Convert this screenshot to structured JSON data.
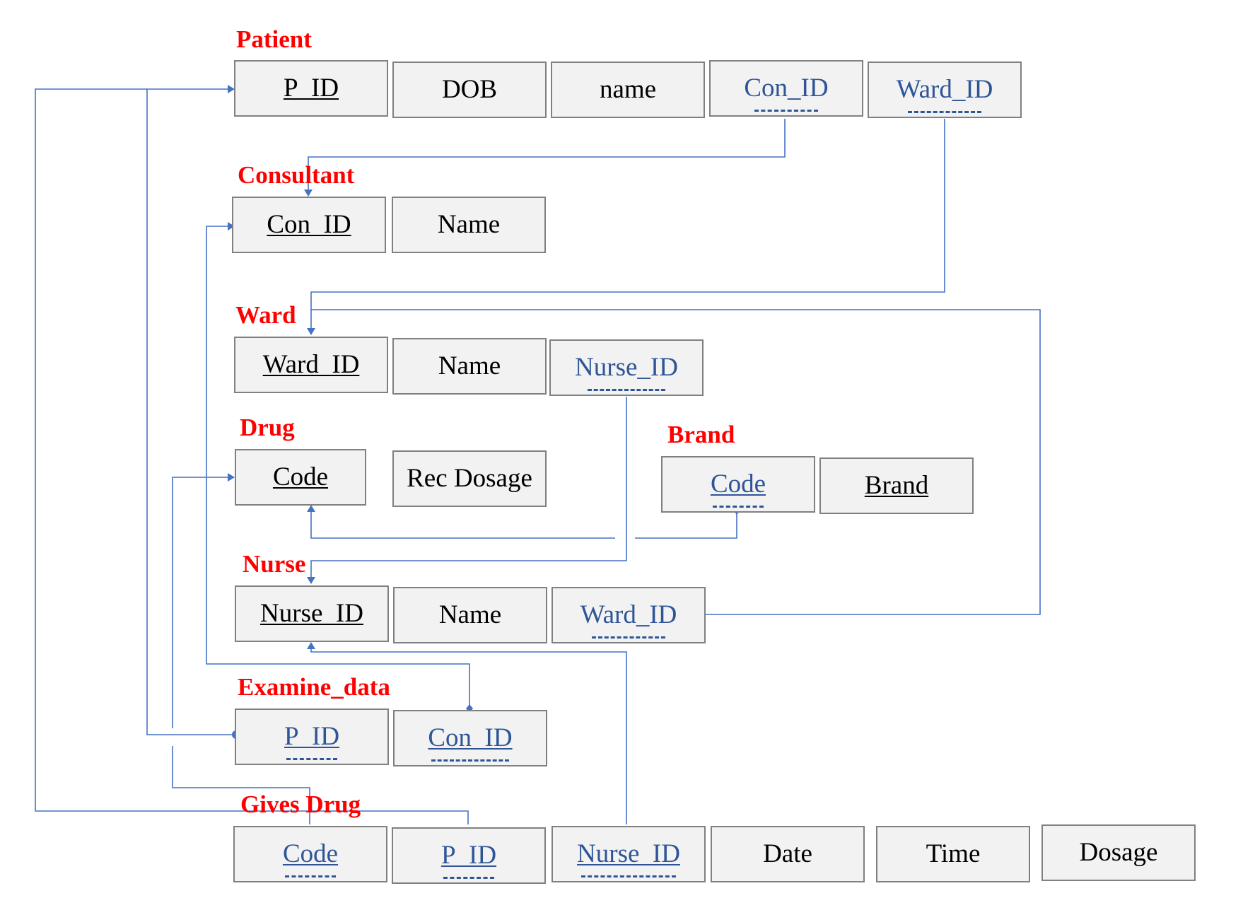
{
  "tables": {
    "patient": {
      "title": "Patient",
      "fields": [
        {
          "label": "P_ID",
          "pk": true,
          "fk": false
        },
        {
          "label": "DOB",
          "pk": false,
          "fk": false
        },
        {
          "label": "name",
          "pk": false,
          "fk": false
        },
        {
          "label": "Con_ID",
          "pk": false,
          "fk": true
        },
        {
          "label": "Ward_ID",
          "pk": false,
          "fk": true
        }
      ]
    },
    "consultant": {
      "title": "Consultant",
      "fields": [
        {
          "label": "Con_ID",
          "pk": true,
          "fk": false
        },
        {
          "label": "Name",
          "pk": false,
          "fk": false
        }
      ]
    },
    "ward": {
      "title": "Ward",
      "fields": [
        {
          "label": "Ward_ID",
          "pk": true,
          "fk": false
        },
        {
          "label": "Name",
          "pk": false,
          "fk": false
        },
        {
          "label": "Nurse_ID",
          "pk": false,
          "fk": true
        }
      ]
    },
    "drug": {
      "title": "Drug",
      "fields": [
        {
          "label": "Code",
          "pk": true,
          "fk": false
        },
        {
          "label": "Rec Dosage",
          "pk": false,
          "fk": false
        }
      ]
    },
    "brand": {
      "title": "Brand",
      "fields": [
        {
          "label": "Code",
          "pk": true,
          "fk": true
        },
        {
          "label": "Brand",
          "pk": true,
          "fk": false
        }
      ]
    },
    "nurse": {
      "title": "Nurse",
      "fields": [
        {
          "label": "Nurse_ID",
          "pk": true,
          "fk": false
        },
        {
          "label": "Name",
          "pk": false,
          "fk": false
        },
        {
          "label": "Ward_ID",
          "pk": false,
          "fk": true
        }
      ]
    },
    "examine_data": {
      "title": "Examine_data",
      "fields": [
        {
          "label": "P_ID",
          "pk": true,
          "fk": true
        },
        {
          "label": "Con_ID",
          "pk": true,
          "fk": true
        }
      ]
    },
    "gives_drug": {
      "title": "Gives Drug",
      "fields": [
        {
          "label": "Code",
          "pk": true,
          "fk": true
        },
        {
          "label": "P_ID",
          "pk": true,
          "fk": true
        },
        {
          "label": "Nurse_ID",
          "pk": true,
          "fk": true
        },
        {
          "label": "Date",
          "pk": false,
          "fk": false
        },
        {
          "label": "Time",
          "pk": false,
          "fk": false
        },
        {
          "label": "Dosage",
          "pk": false,
          "fk": false
        }
      ]
    }
  },
  "colors": {
    "table_title": "#ff0000",
    "foreign_key": "#2f5597",
    "connector": "#4472c4",
    "box_fill": "#f2f2f2",
    "box_border": "#808080"
  }
}
